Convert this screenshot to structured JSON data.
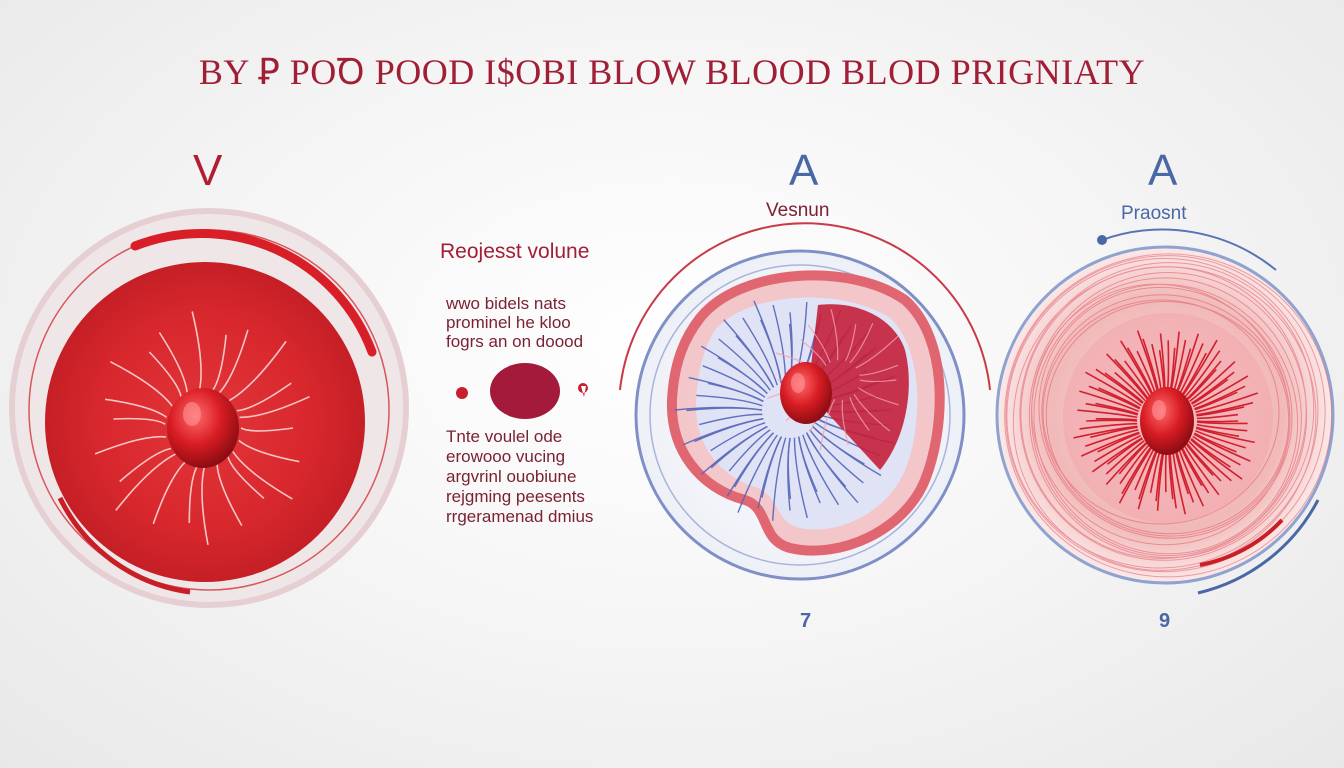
{
  "title": "BY Ꝑ POꝹ POOD I$OBI BLOW BLOOD BLOD PRIGNIATY",
  "panels": {
    "left": {
      "letter": "V",
      "letter_color": "#b01e30"
    },
    "middle": {
      "letter": "A",
      "letter_color": "#4a67a6",
      "label": "Vesnun",
      "footer": "7"
    },
    "right": {
      "letter": "A",
      "letter_color": "#4a67a6",
      "label": "Praosnt",
      "footer": "9"
    }
  },
  "center": {
    "heading": "Reojesst volune",
    "note_top": [
      "wwo bidels nats",
      "prominel he kloo",
      "fogrs an on doood"
    ],
    "note_bottom": [
      "Tnte voulel ode",
      "erowooo vucing",
      "argvrinl ouobiune",
      "rejgming peesents",
      "rrgeramenad dmius"
    ]
  },
  "colors": {
    "accent_red": "#a01e36",
    "blood_red": "#d9262b",
    "vein_blue": "#4a67a6"
  }
}
